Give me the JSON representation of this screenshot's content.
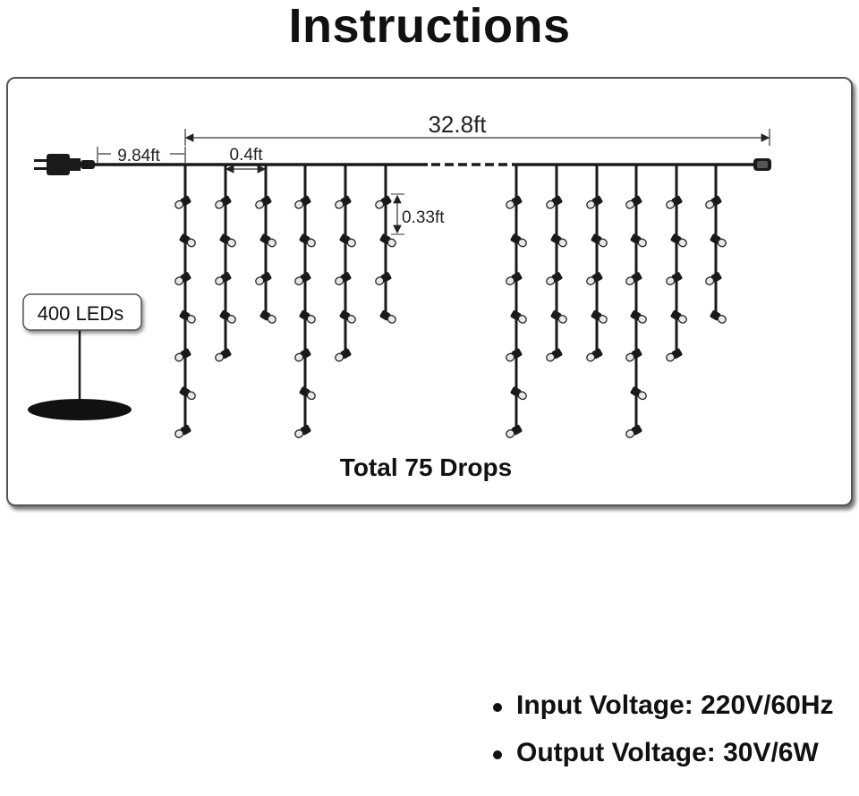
{
  "title": "Instructions",
  "diagram": {
    "total_length_label": "32.8ft",
    "lead_length_label": "9.84ft",
    "drop_spacing_label": "0.4ft",
    "led_spacing_label": "0.33ft",
    "led_count_label": "400 LEDs",
    "drops_label": "Total 75 Drops"
  },
  "specs": {
    "input": "Input Voltage: 220V/60Hz",
    "output": "Output Voltage: 30V/6W"
  },
  "colors": {
    "wire": "#1a1a1a",
    "led_glow": "#e6e6e6",
    "panel_border": "#555555"
  },
  "icons": [
    "plug-icon",
    "led-bulb-icon",
    "end-cap-icon"
  ]
}
